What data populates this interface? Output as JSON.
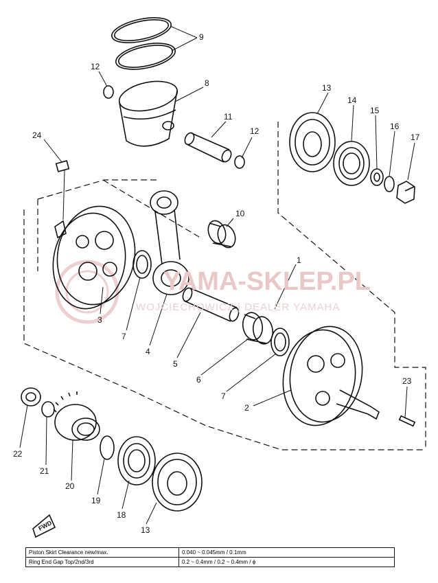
{
  "callouts": {
    "c1": "1",
    "c2": "2",
    "c3": "3",
    "c4": "4",
    "c5": "5",
    "c6": "6",
    "c7a": "7",
    "c7b": "7",
    "c8": "8",
    "c9": "9",
    "c10": "10",
    "c11": "11",
    "c12a": "12",
    "c12b": "12",
    "c13a": "13",
    "c13b": "13",
    "c14": "14",
    "c15": "15",
    "c16": "16",
    "c17": "17",
    "c18": "18",
    "c19": "19",
    "c20": "20",
    "c21": "21",
    "c22": "22",
    "c23": "23",
    "c24": "24"
  },
  "watermark": {
    "line1": "YAMA-SKLEP.PL",
    "line2": "WOJCIECHOWICZ | DEALER YAMAHA"
  },
  "fwd_label": "FWD",
  "spec_table": [
    {
      "label": "Piston Skirt Clearance new/max.",
      "value": "0.040 ~ 0.045mm / 0.1mm"
    },
    {
      "label": "Ring End Gap Top/2nd/3rd",
      "value": "0.2 ~ 0.4mm / 0.2 ~ 0.4mm / ϕ"
    }
  ],
  "colors": {
    "line": "#111111",
    "watermark": "#e6bcbc"
  }
}
